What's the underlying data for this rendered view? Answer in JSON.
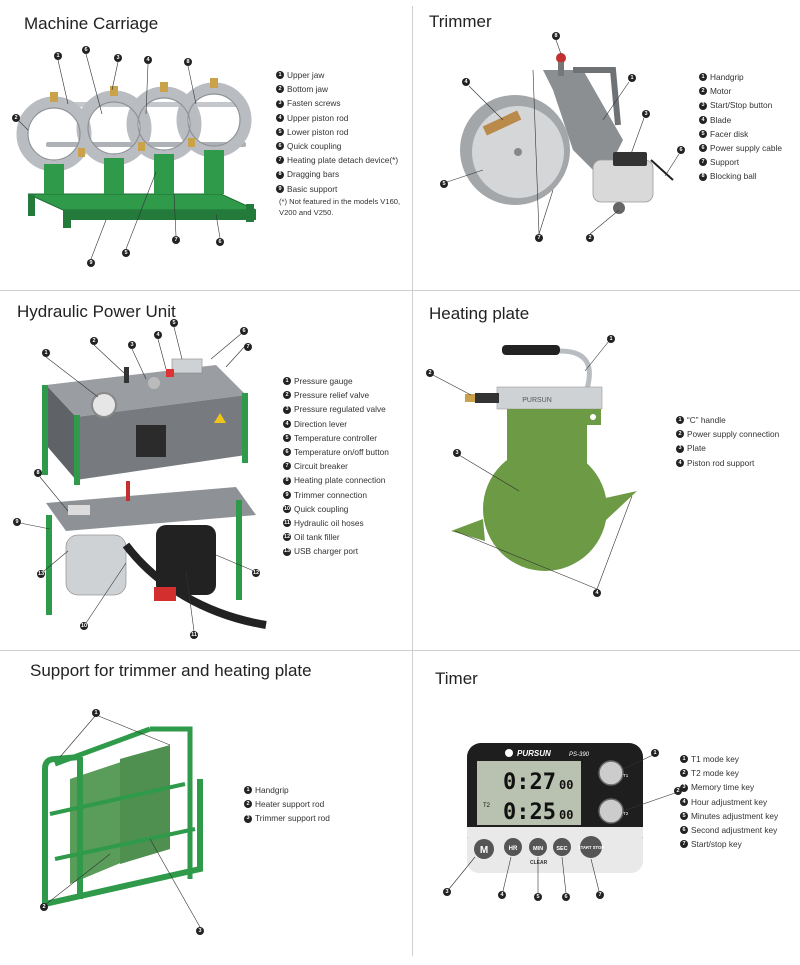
{
  "panels": {
    "machine_carriage": {
      "title": "Machine Carriage",
      "items": [
        "Upper jaw",
        "Bottom jaw",
        "Fasten screws",
        "Upper piston rod",
        "Lower piston rod",
        "Quick coupling",
        "Heating plate detach device(*)",
        "Dragging bars",
        "Basic support"
      ],
      "note_line1": "(*) Not featured in the models V160,",
      "note_line2": "V200 and V250."
    },
    "trimmer": {
      "title": "Trimmer",
      "items": [
        "Handgrip",
        "Motor",
        "Start/Stop button",
        "Blade",
        "Facer disk",
        "Power supply cable",
        "Support",
        "Blocking ball"
      ]
    },
    "hydraulic_power_unit": {
      "title": "Hydraulic Power Unit",
      "items": [
        "Pressure gauge",
        "Pressure relief valve",
        "Pressure regulated valve",
        "Direction lever",
        "Temperature controller",
        "Temperature on/off button",
        "Circuit breaker",
        "Heating plate connection",
        "Trimmer connection",
        "Quick coupling",
        "Hydraulic oil hoses",
        "Oil tank filler",
        "USB charger port"
      ]
    },
    "heating_plate": {
      "title": "Heating plate",
      "items": [
        "“C” handle",
        "Power supply connection",
        "Plate",
        "Piston rod support"
      ],
      "plate_label": "PURSUN"
    },
    "support": {
      "title": "Support for trimmer and heating plate",
      "items": [
        "Handgrip",
        "Heater support rod",
        "Trimmer support rod"
      ]
    },
    "timer": {
      "title": "Timer",
      "items": [
        "T1 mode key",
        "T2 mode key",
        "Memory time key",
        "Hour adjustment key",
        "Minutes adjustment key",
        "Second adjustment key",
        "Start/stop key"
      ],
      "brand": "PURSUN",
      "model": "PS-390",
      "display_top": "0:27",
      "display_top_small": "00",
      "display_bottom": "0:25",
      "display_bottom_small": "00",
      "t2_label": "T2",
      "knob1_label": "T1",
      "knob2_label": "T2",
      "keys": [
        "M",
        "HR",
        "MIN",
        "SEC",
        "START STOP"
      ],
      "clear_label": "CLEAR"
    }
  },
  "callout_numbers": [
    "1",
    "2",
    "3",
    "4",
    "5",
    "6",
    "7",
    "8",
    "9",
    "10",
    "11",
    "12",
    "13"
  ],
  "colors": {
    "machine_green": "#2e9a4a",
    "plate_green": "#6d9a44",
    "steel": "#b9bcc0",
    "brass": "#c9a24a"
  }
}
